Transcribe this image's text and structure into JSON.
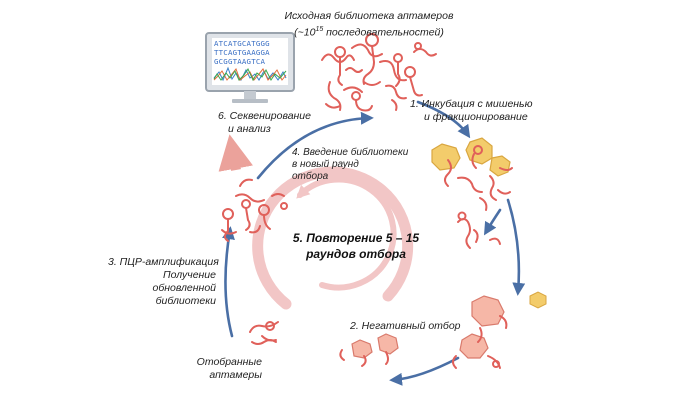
{
  "title": {
    "line1": "Исходная библиотека аптамеров",
    "line2_pre": "(~10",
    "line2_sup": "15",
    "line2_post": " последовательностей)"
  },
  "steps": {
    "step1": {
      "line1": "1. Инкубация с мишенью",
      "line2": "и фракционирование"
    },
    "step2": {
      "line1": "2. Негативный отбор"
    },
    "step3": {
      "line1": "3. ПЦР-амплификация",
      "line2": "Получение",
      "line3": "обновленной",
      "line4": "библиотеки"
    },
    "step4": {
      "line1": "4. Введение библиотеки",
      "line2": "в новый раунд",
      "line3": "отбора"
    },
    "step5": {
      "line1": "5. Повторение 5 – 15",
      "line2": "раундов отбора"
    },
    "step6": {
      "line1": "6. Секвенирование",
      "line2": "и анализ"
    }
  },
  "selected": {
    "line1": "Отобранные",
    "line2": "аптамеры"
  },
  "monitor_sequences": [
    "ATCATGCATGGG",
    "TTCAGTGAAGGA",
    "GCGGTAAGTCA"
  ],
  "colors": {
    "arrow_blue": "#4a6fa5",
    "aptamer_red": "#e0605a",
    "target_yellow": "#f3cc6b",
    "ring_pink": "#f2c6c6",
    "arrow_salmon": "#eba29b"
  }
}
